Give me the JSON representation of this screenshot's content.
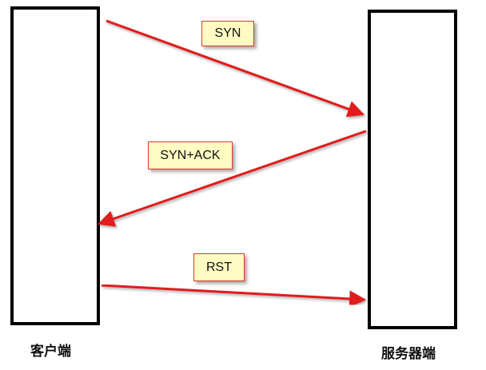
{
  "participants": {
    "client": {
      "label": "客户端"
    },
    "server": {
      "label": "服务器端"
    }
  },
  "messages": [
    {
      "label": "SYN",
      "direction": "client-to-server"
    },
    {
      "label": "SYN+ACK",
      "direction": "server-to-client"
    },
    {
      "label": "RST",
      "direction": "client-to-server"
    }
  ],
  "colors": {
    "arrow": "#e01b1b",
    "box_border": "#000000",
    "label_fill": "#fffbc2",
    "label_border": "#d63b2d"
  }
}
